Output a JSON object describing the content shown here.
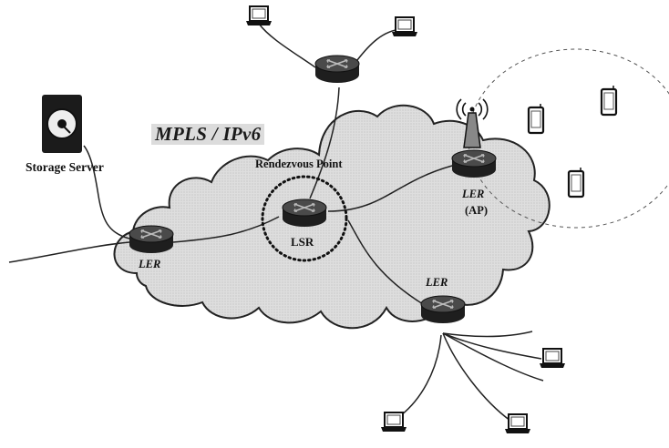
{
  "diagram": {
    "network_label": "MPLS / IPv6",
    "nodes": {
      "storage_server": "Storage Server",
      "rendezvous_point": "Rendezvous Point",
      "lsr": "LSR",
      "ler_left": "LER",
      "ler_ap": "LER",
      "ler_ap_sub": "(AP)",
      "ler_bottom": "LER"
    },
    "icons": {
      "router": "router-icon",
      "computer": "computer-icon",
      "mobile_device": "mobile-device-icon",
      "storage_server": "storage-server-icon",
      "wireless_antenna": "wireless-antenna-icon",
      "cloud": "cloud-shape"
    },
    "colors": {
      "router_body": "#2a2a2a",
      "cloud_fill": "#d9d9d9",
      "line": "#222222"
    }
  }
}
